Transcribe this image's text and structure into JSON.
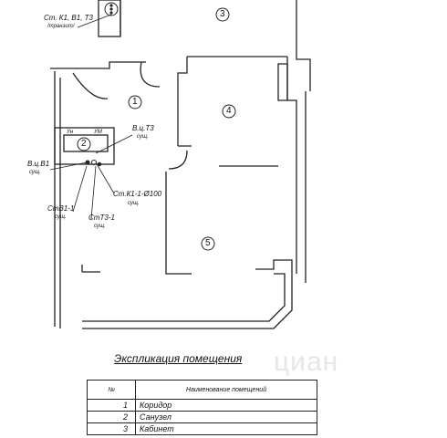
{
  "labels": {
    "riser_top": "Ст. К1, В1, Т3",
    "riser_top_sub": "/транзит/",
    "vu_t3": "В.ц.Т3",
    "vu_t3_sub": "сущ.",
    "vu_v1": "В.ц.В1",
    "vu_v1_sub": "сущ.",
    "st_k1": "Ст.К1-1-Ø100",
    "st_k1_sub": "сущ.",
    "st_v1": "СтВ1-1",
    "st_v1_sub": "сущ.",
    "st_t3": "СтТ3-1",
    "st_t3_sub": "сущ.",
    "fixture_1": "Ун",
    "fixture_2": "УМ"
  },
  "rooms": [
    "1",
    "2",
    "3",
    "4",
    "5"
  ],
  "explication": {
    "title": "Экспликация помещения",
    "header_num": "№",
    "header_name": "Наименование помещений",
    "rows": [
      {
        "num": "1",
        "name": "Коридор"
      },
      {
        "num": "2",
        "name": "Санузел"
      },
      {
        "num": "3",
        "name": "Кабинет"
      }
    ]
  },
  "watermark": "циан"
}
